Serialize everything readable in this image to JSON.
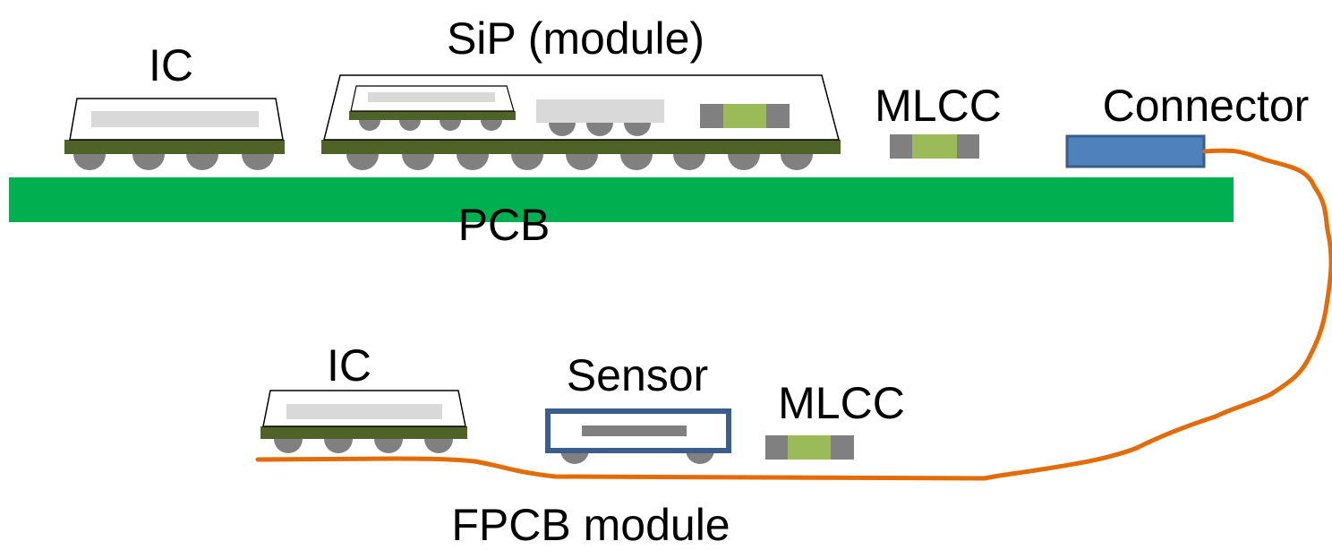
{
  "labels": {
    "ic_top": "IC",
    "sip": "SiP (module)",
    "mlcc_top": "MLCC",
    "connector": "Connector",
    "pcb": "PCB",
    "ic_bottom": "IC",
    "sensor": "Sensor",
    "mlcc_bottom": "MLCC",
    "fpcb": "FPCB module"
  },
  "colors": {
    "pcb": "#00b050",
    "substrate": "#4f6228",
    "ball": "#808080",
    "die": "#d9d9d9",
    "mlcc_body": "#9bbb59",
    "mlcc_end": "#808080",
    "connector": "#4f81bd",
    "connector_border": "#385d8a",
    "flex": "#e36c09",
    "sensor_border": "#3b5e8c"
  }
}
